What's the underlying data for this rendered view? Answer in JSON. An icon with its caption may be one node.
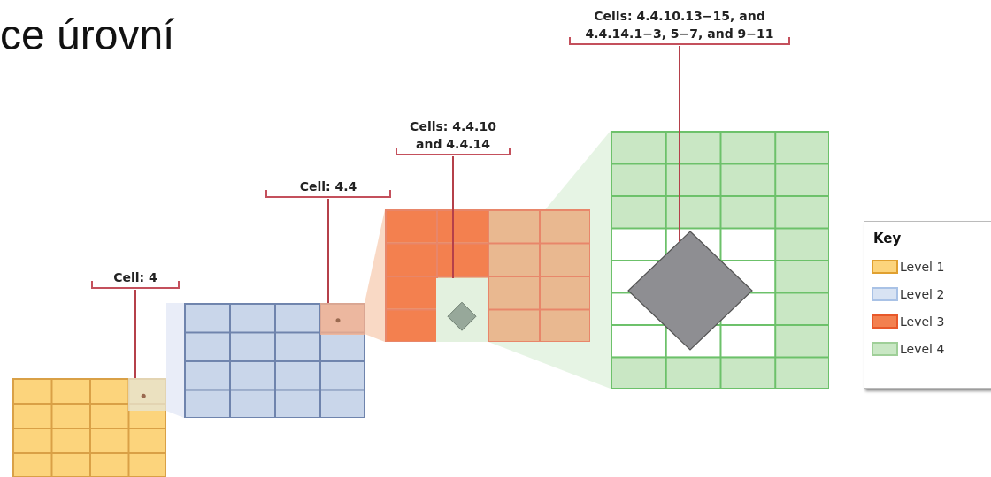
{
  "diagram": {
    "title": "ce úrovní",
    "nodes": [
      {
        "text": [
          "Cell: 4"
        ]
      },
      {
        "text": [
          "Cell: 4.4"
        ]
      },
      {
        "text": [
          "Cells: 4.4.10 and 4.4.14"
        ]
      },
      {
        "text": [
          "Cells: 4.4.10.13−15, and 4.4.14.1−3, 5−7, and 9−11"
        ]
      },
      {
        "text": [],
        "shape": "box"
      },
      {
        "text": [],
        "shape": "box"
      },
      {
        "text": [],
        "shape": "box"
      },
      {
        "text": [],
        "shape": "box"
      },
      {
        "text": [],
        "shape": "box",
        "in": 4
      },
      {
        "text": [],
        "shape": "box",
        "in": 5
      },
      {
        "text": [],
        "shape": "box",
        "in": 6
      },
      {
        "text": [],
        "shape": "diamond",
        "in": 7
      },
      {
        "text": [],
        "shape": "trapezoid"
      },
      {
        "text": [],
        "shape": "trapezoid"
      },
      {
        "text": [],
        "shape": "trapezoid"
      }
    ],
    "edges": [
      {
        "from": 0,
        "to": 8,
        "arrow": "none"
      },
      {
        "from": 1,
        "to": 9,
        "arrow": "none"
      },
      {
        "from": 2,
        "to": 10,
        "arrow": "none"
      },
      {
        "from": 3,
        "to": 11,
        "arrow": "none"
      }
    ],
    "labels": [
      "Key"
    ],
    "legend": [
      {
        "text": "Level 1",
        "color": "#fcd47c"
      },
      {
        "text": "Level 2",
        "color": "#d8e3f3"
      },
      {
        "text": "Level 3",
        "color": "#f3804f"
      },
      {
        "text": "Level 4",
        "color": "#c9e7c4"
      }
    ]
  }
}
